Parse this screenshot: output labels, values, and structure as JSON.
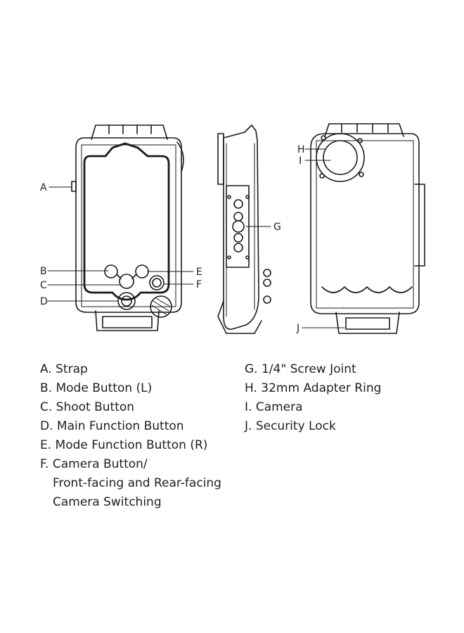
{
  "callouts": {
    "a": "A",
    "b": "B",
    "c": "C",
    "d": "D",
    "e": "E",
    "f": "F",
    "g": "G",
    "h": "H",
    "i": "I",
    "j": "J"
  },
  "legend": {
    "left": [
      "A. Strap",
      "B. Mode Button (L)",
      "C. Shoot Button",
      "D. Main Function Button",
      "E. Mode Function Button (R)",
      "F. Camera Button/",
      "Front-facing and Rear-facing",
      "Camera Switching"
    ],
    "right": [
      "G. 1/4\" Screw Joint",
      "H. 32mm Adapter Ring",
      "I. Camera",
      "J. Security Lock"
    ]
  }
}
